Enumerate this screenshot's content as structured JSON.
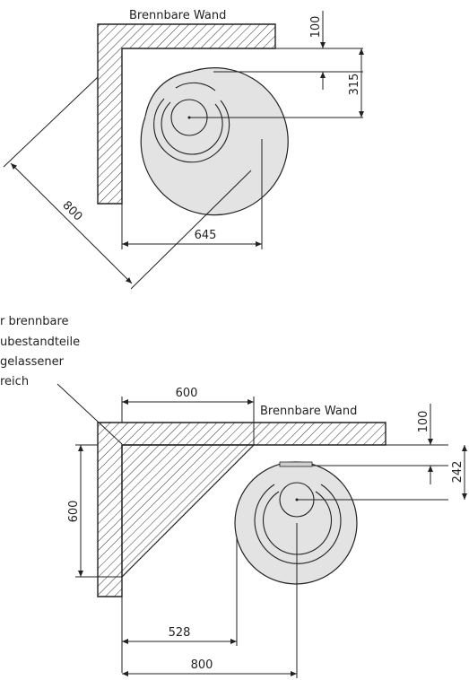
{
  "diagram1": {
    "wall_label": "Brennbare Wand",
    "dims": {
      "d100": "100",
      "d315": "315",
      "d645": "645",
      "d800": "800"
    }
  },
  "diagram2": {
    "note_lines": [
      "r brennbare",
      "ubestandteile",
      "gelassener",
      "reich"
    ],
    "wall_label": "Brennbare Wand",
    "dims": {
      "d600_top": "600",
      "d600_left": "600",
      "d100": "100",
      "d242": "242",
      "d528": "528",
      "d800": "800"
    }
  },
  "colors": {
    "stove_fill": "#e3e3e3",
    "line": "#222222",
    "hatch": "#333333"
  },
  "icons": [
    "stove-top-view-icon",
    "stove-top-view-icon"
  ]
}
